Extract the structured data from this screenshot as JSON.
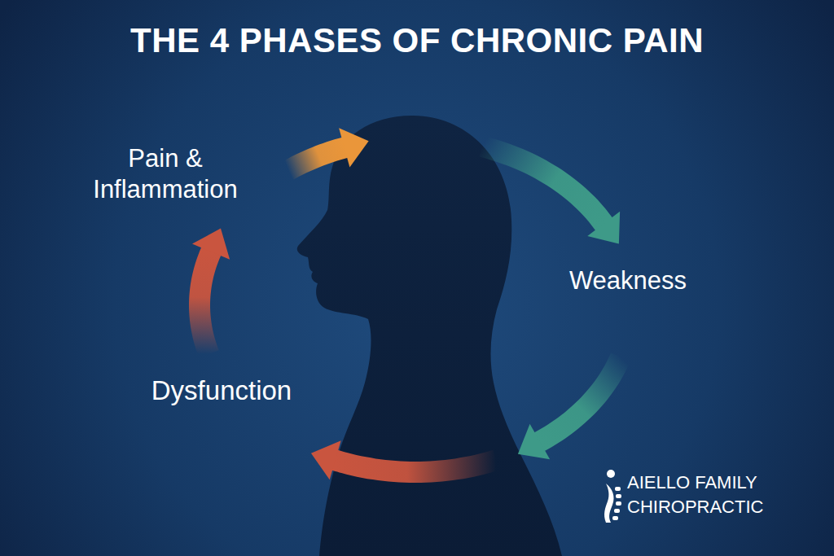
{
  "diagram": {
    "title": "THE 4 PHASES OF CHRONIC PAIN",
    "nodes": [
      {
        "text": [
          "Pain & Inflammation"
        ]
      },
      {
        "text": [
          "Weakness"
        ]
      },
      {
        "text": [
          "Dysfunction"
        ]
      }
    ],
    "edges": [
      {
        "from": 0,
        "to": 1,
        "arrow": "to"
      },
      {
        "from": 1,
        "to": 2,
        "arrow": "to"
      },
      {
        "from": 2,
        "to": 0,
        "arrow": "to"
      }
    ],
    "labels": [
      "AIELLO FAMILY CHIROPRACTIC"
    ]
  }
}
